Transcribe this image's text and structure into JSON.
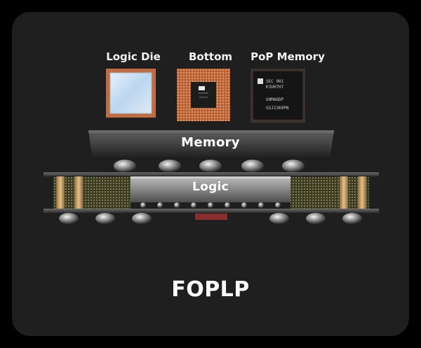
{
  "components": [
    {
      "label": "Logic Die"
    },
    {
      "label": "Bottom"
    },
    {
      "label": "PoP Memory",
      "marking_lines": [
        "SEC 901",
        "K3UH7H7",
        "UHMA6DP",
        "GSJ2369PN"
      ]
    }
  ],
  "stack": {
    "memory_label": "Memory",
    "logic_label": "Logic"
  },
  "title": "FOPLP",
  "colors": {
    "background": "#000000",
    "card": "#1f1f1f",
    "copper": "#c9764a",
    "logic_die_face": "#cfe3f5",
    "memory_chip": "#1a1a1a",
    "text": "#ffffff"
  }
}
